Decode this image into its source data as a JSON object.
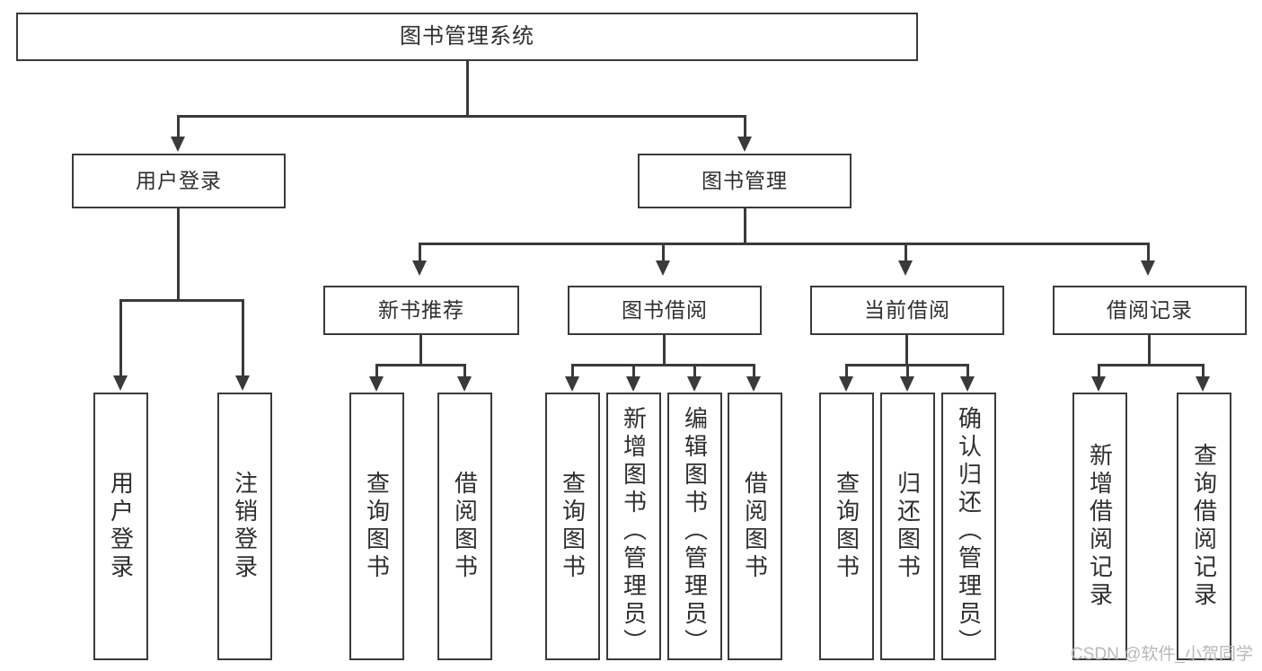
{
  "diagram": {
    "title": "图书管理系统",
    "type": "tree-hierarchy",
    "root": {
      "label": "图书管理系统"
    },
    "level2": [
      {
        "label": "用户登录"
      },
      {
        "label": "图书管理"
      }
    ],
    "level3": [
      {
        "label": "新书推荐"
      },
      {
        "label": "图书借阅"
      },
      {
        "label": "当前借阅"
      },
      {
        "label": "借阅记录"
      }
    ],
    "leaves": {
      "user_login": [
        {
          "label": "用户登录"
        },
        {
          "label": "注销登录"
        }
      ],
      "new_book_recommend": [
        {
          "label": "查询图书"
        },
        {
          "label": "借阅图书"
        }
      ],
      "book_borrow": [
        {
          "label": "查询图书"
        },
        {
          "label": "新增图书（管理员）"
        },
        {
          "label": "编辑图书（管理员）"
        },
        {
          "label": "借阅图书"
        }
      ],
      "current_borrow": [
        {
          "label": "查询图书"
        },
        {
          "label": "归还图书"
        },
        {
          "label": "确认归还（管理员）"
        }
      ],
      "borrow_record": [
        {
          "label": "新增借阅记录"
        },
        {
          "label": "查询借阅记录"
        }
      ]
    }
  },
  "watermark": {
    "text": "CSDN @软件_小贺同学"
  },
  "colors": {
    "stroke": "#3a3a3a",
    "text": "#2f2f2f",
    "background": "#ffffff",
    "watermark": "#b9b9b9"
  }
}
